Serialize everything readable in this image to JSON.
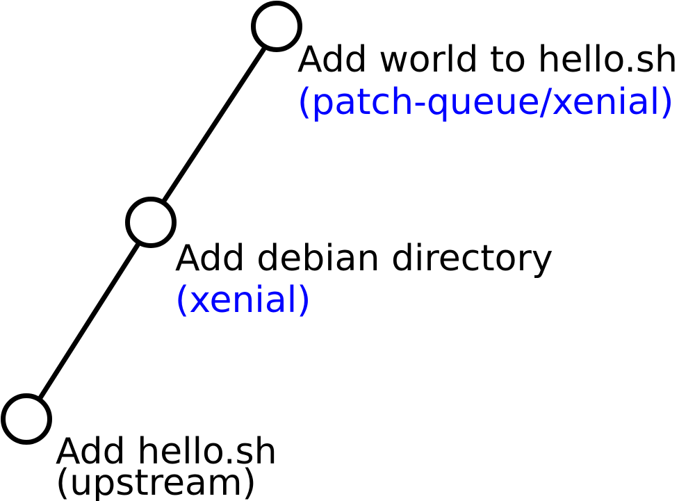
{
  "colors": {
    "line": "#000000",
    "title_text": "#000000",
    "ref_text_blue": "#0000ff",
    "ref_text_black": "#000000",
    "background": "#ffffff"
  },
  "commits": [
    {
      "message": "Add world to hello.sh",
      "ref": "(patch-queue/xenial)",
      "ref_color": "#0000ff"
    },
    {
      "message": "Add debian directory",
      "ref": "(xenial)",
      "ref_color": "#0000ff"
    },
    {
      "message": "Add hello.sh",
      "ref": "(upstream)",
      "ref_color": "#000000"
    }
  ]
}
